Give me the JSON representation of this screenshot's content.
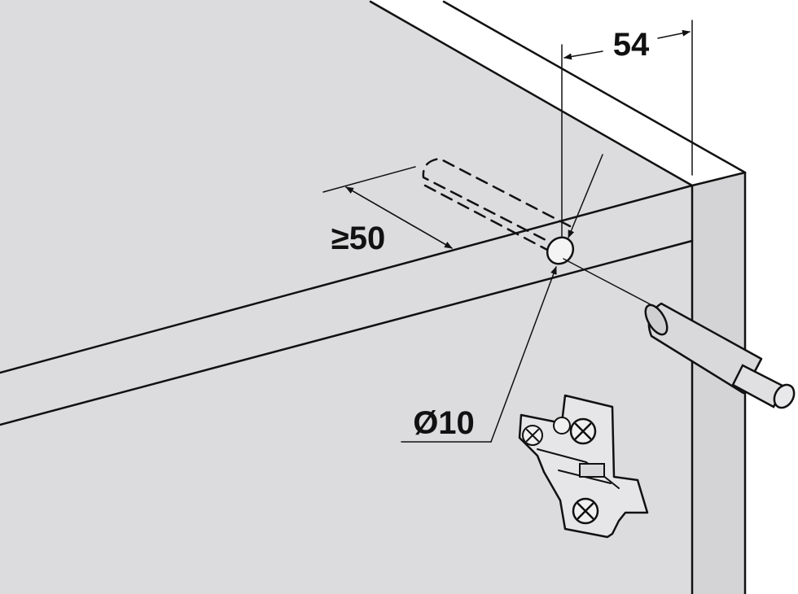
{
  "dimensions": {
    "depth_label": "54",
    "min_distance_label": "≥50",
    "hole_diameter_label": "Ø10"
  },
  "colors": {
    "panel_fill": "#dcdcde",
    "part_fill": "#e6e6e8",
    "line": "#111111",
    "background": "#ffffff"
  }
}
